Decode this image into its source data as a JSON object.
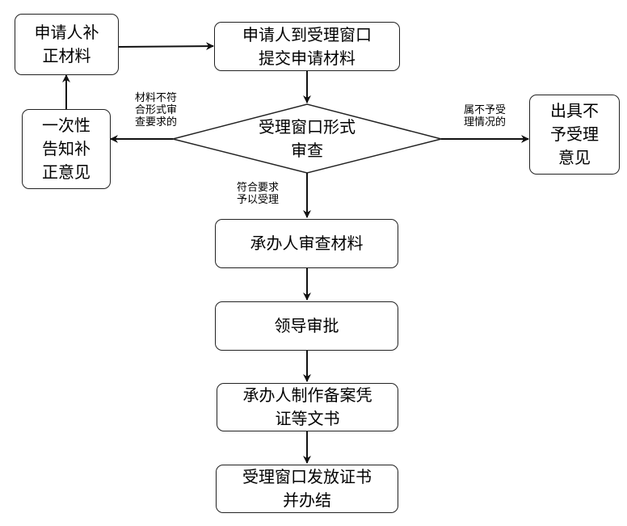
{
  "nodes": {
    "apply_submit": {
      "lines": [
        "申请人到受理窗口",
        "提交申请材料"
      ]
    },
    "supplement": {
      "lines": [
        "申请人补",
        "正材料"
      ]
    },
    "notify": {
      "lines": [
        "一次性",
        "告知补",
        "正意见"
      ]
    },
    "review_decision": {
      "lines": [
        "受理窗口形式",
        "审查"
      ]
    },
    "reject_opinion": {
      "lines": [
        "出具不",
        "予受理",
        "意见"
      ]
    },
    "handler_review": {
      "lines": [
        "承办人审查材料"
      ]
    },
    "leader_approval": {
      "lines": [
        "领导审批"
      ]
    },
    "make_docs": {
      "lines": [
        "承办人制作备案凭",
        "证等文书"
      ]
    },
    "issue_docs": {
      "lines": [
        "受理窗口发放证书",
        "并办结"
      ]
    }
  },
  "edge_labels": {
    "not_conform": [
      "材料不符",
      "合形式审",
      "查要求的"
    ],
    "not_accepted": [
      "属不予受",
      "理情况的"
    ],
    "conform": [
      "符合要求",
      "予以受理"
    ]
  }
}
